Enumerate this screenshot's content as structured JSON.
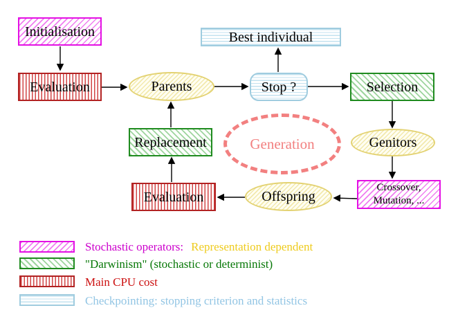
{
  "colors": {
    "magenta": "#e410e4",
    "magenta_line": "#f07cf0",
    "magenta_text": "#cc00cc",
    "gold_text": "#eecb1d",
    "green": "#1f8b1f",
    "green_line": "#9ed49e",
    "green_text": "#067706",
    "red": "#b22222",
    "red_line": "#d04545",
    "red_text": "#cc1111",
    "blue": "#9fccdf",
    "blue_line": "#c3e2ef",
    "blue_text": "#92c5e4",
    "yellow": "#e3d272",
    "yellow_line": "#f2e9ad",
    "yellow_bg": "#fffef2",
    "salmon": "#f28080",
    "ink": "#000000"
  },
  "nodes": {
    "initialisation": "Initialisation",
    "evaluation_top": "Evaluation",
    "parents": "Parents",
    "best_individual": "Best individual",
    "stop": "Stop ?",
    "selection": "Selection",
    "replacement": "Replacement",
    "generation": "Generation",
    "genitors": "Genitors",
    "evaluation_bottom": "Evaluation",
    "offspring": "Offspring",
    "crossover_line1": "Crossover,",
    "crossover_line2": "Mutation, ..."
  },
  "legend": {
    "stochastic_label": "Stochastic operators:",
    "representation_label": "Representation dependent",
    "darwinism_label": "\"Darwinism\" (stochastic or determinist)",
    "cpu_label": "Main CPU cost",
    "checkpointing_label": "Checkpointing: stopping criterion and statistics"
  }
}
